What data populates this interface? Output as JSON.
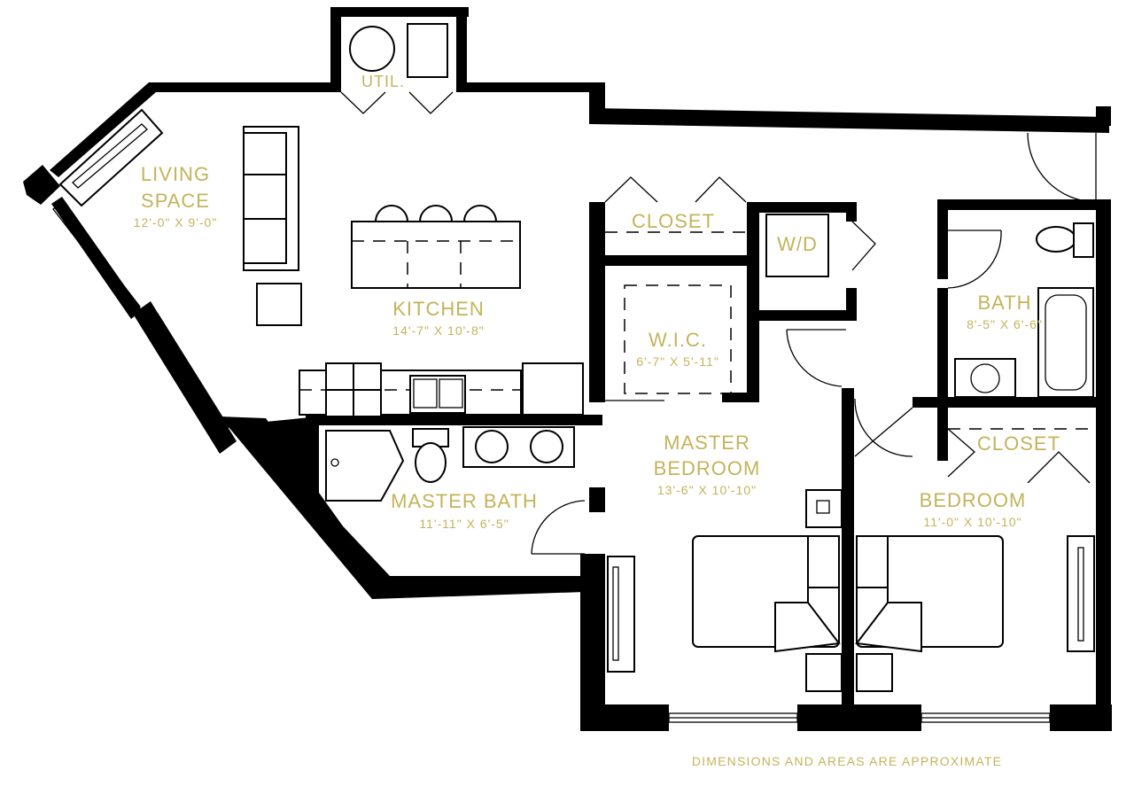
{
  "rooms": {
    "util": {
      "name": "UTIL."
    },
    "living": {
      "name_line1": "LIVING",
      "name_line2": "SPACE",
      "dims": "12'-0\" X 9'-0\""
    },
    "kitchen": {
      "name": "KITCHEN",
      "dims": "14'-7\" X 10'-8\""
    },
    "closet_master": {
      "name": "CLOSET"
    },
    "wd": {
      "name": "W/D"
    },
    "wic": {
      "name": "W.I.C.",
      "dims": "6'-7\" X 5'-11\""
    },
    "bath": {
      "name": "BATH",
      "dims": "8'-5\" X 6'-6\""
    },
    "master_bath": {
      "name": "MASTER BATH",
      "dims": "11'-11\" X 6'-5\""
    },
    "master_bedroom": {
      "name_line1": "MASTER",
      "name_line2": "BEDROOM",
      "dims": "13'-6\" X 10'-10\""
    },
    "closet_bedroom": {
      "name": "CLOSET"
    },
    "bedroom": {
      "name": "BEDROOM",
      "dims": "11'-0\" X 10'-10\""
    }
  },
  "footer_note": "DIMENSIONS AND AREAS ARE APPROXIMATE",
  "colors": {
    "label": "#c4b35a",
    "wall": "#000000",
    "background": "#ffffff"
  },
  "icons": [
    "door-swing-icon",
    "sofa-icon",
    "bar-stool-icon",
    "sink-icon",
    "toilet-icon",
    "bathtub-icon",
    "bed-icon",
    "nightstand-icon",
    "washer-dryer-icon",
    "water-heater-icon"
  ]
}
